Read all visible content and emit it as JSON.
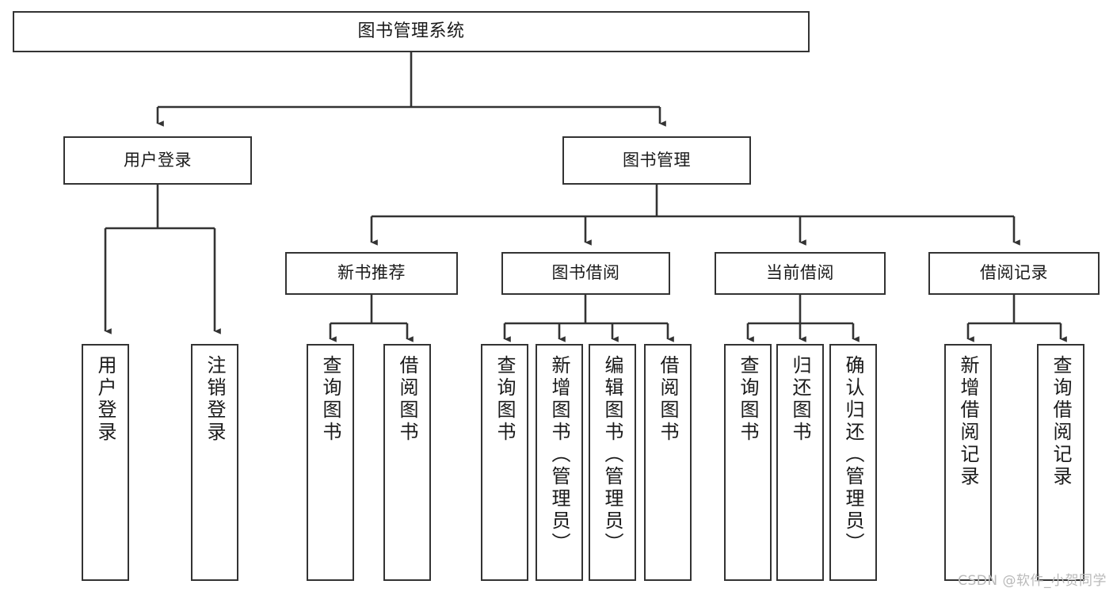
{
  "diagram": {
    "type": "tree",
    "title": "图书管理系统",
    "watermark": "CSDN @软件_小贺同学",
    "colors": {
      "box_border": "#333333",
      "box_fill": "#ffffff",
      "edge": "#333333",
      "text": "#1a1a1a",
      "watermark": "#b9b9b9",
      "background": "#ffffff"
    },
    "nodes": {
      "root": {
        "label": "图书管理系统"
      },
      "level2": [
        {
          "label": "用户登录"
        },
        {
          "label": "图书管理"
        }
      ],
      "level3": [
        {
          "label": "新书推荐"
        },
        {
          "label": "图书借阅"
        },
        {
          "label": "当前借阅"
        },
        {
          "label": "借阅记录"
        }
      ],
      "leaves": {
        "user_login": [
          {
            "label": "用户登录"
          },
          {
            "label": "注销登录"
          }
        ],
        "new_book": [
          {
            "label": "查询图书"
          },
          {
            "label": "借阅图书"
          }
        ],
        "borrow_book": [
          {
            "label": "查询图书"
          },
          {
            "label": "新增图书（管理员）"
          },
          {
            "label": "编辑图书（管理员）"
          },
          {
            "label": "借阅图书"
          }
        ],
        "current_borrow": [
          {
            "label": "查询图书"
          },
          {
            "label": "归还图书"
          },
          {
            "label": "确认归还（管理员）"
          }
        ],
        "borrow_record": [
          {
            "label": "新增借阅记录"
          },
          {
            "label": "查询借阅记录"
          }
        ]
      }
    }
  }
}
